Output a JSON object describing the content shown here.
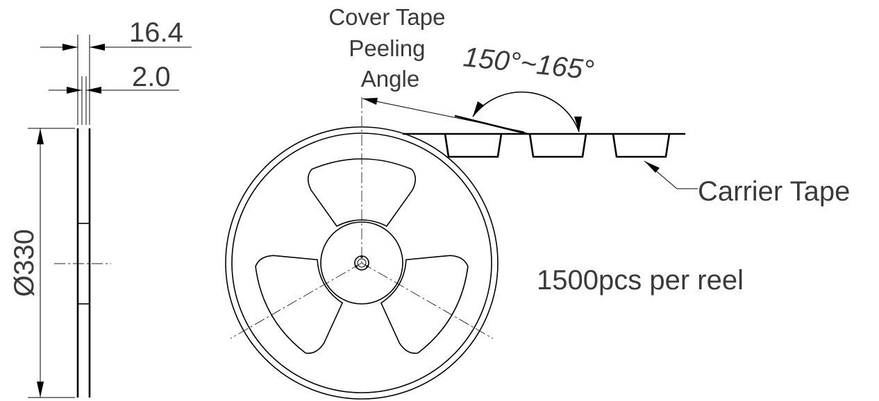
{
  "labels": {
    "width_outer": "16.4",
    "width_inner": "2.0",
    "diameter": "Ø330",
    "cover_tape": [
      "Cover Tape",
      "Peeling",
      "Angle"
    ],
    "angle_range": "150°~165°",
    "carrier_tape": "Carrier Tape",
    "quantity": "1500pcs per reel"
  },
  "colors": {
    "line": "#000000",
    "text": "#3a3a3a",
    "background": "#ffffff"
  }
}
